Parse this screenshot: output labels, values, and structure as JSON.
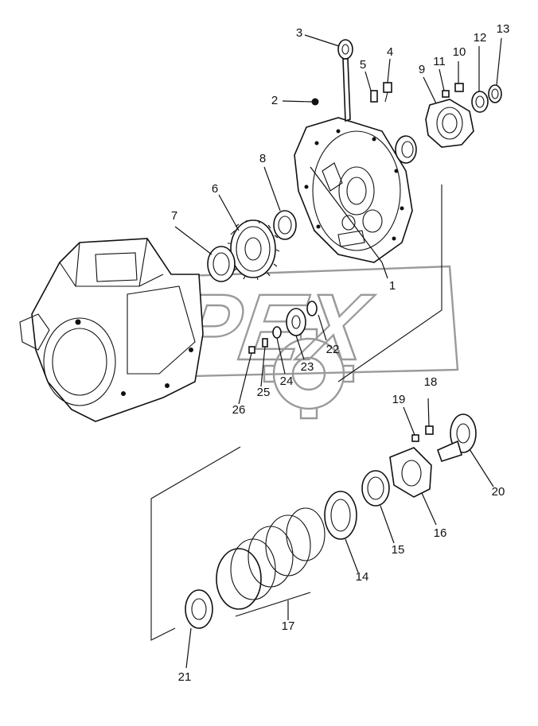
{
  "watermark": {
    "text": "OPEX"
  },
  "parts": [
    {
      "id": "part-1",
      "label": "1"
    },
    {
      "id": "part-2",
      "label": "2"
    },
    {
      "id": "part-3",
      "label": "3"
    },
    {
      "id": "part-4",
      "label": "4"
    },
    {
      "id": "part-5",
      "label": "5"
    },
    {
      "id": "part-6",
      "label": "6"
    },
    {
      "id": "part-7",
      "label": "7"
    },
    {
      "id": "part-8",
      "label": "8"
    },
    {
      "id": "part-9",
      "label": "9"
    },
    {
      "id": "part-10",
      "label": "10"
    },
    {
      "id": "part-11",
      "label": "11"
    },
    {
      "id": "part-12",
      "label": "12"
    },
    {
      "id": "part-13",
      "label": "13"
    },
    {
      "id": "part-14",
      "label": "14"
    },
    {
      "id": "part-15",
      "label": "15"
    },
    {
      "id": "part-16",
      "label": "16"
    },
    {
      "id": "part-17",
      "label": "17"
    },
    {
      "id": "part-18",
      "label": "18"
    },
    {
      "id": "part-19",
      "label": "19"
    },
    {
      "id": "part-20",
      "label": "20"
    },
    {
      "id": "part-21",
      "label": "21"
    },
    {
      "id": "part-22",
      "label": "22"
    },
    {
      "id": "part-23",
      "label": "23"
    },
    {
      "id": "part-24",
      "label": "24"
    },
    {
      "id": "part-25",
      "label": "25"
    },
    {
      "id": "part-26",
      "label": "26"
    }
  ]
}
